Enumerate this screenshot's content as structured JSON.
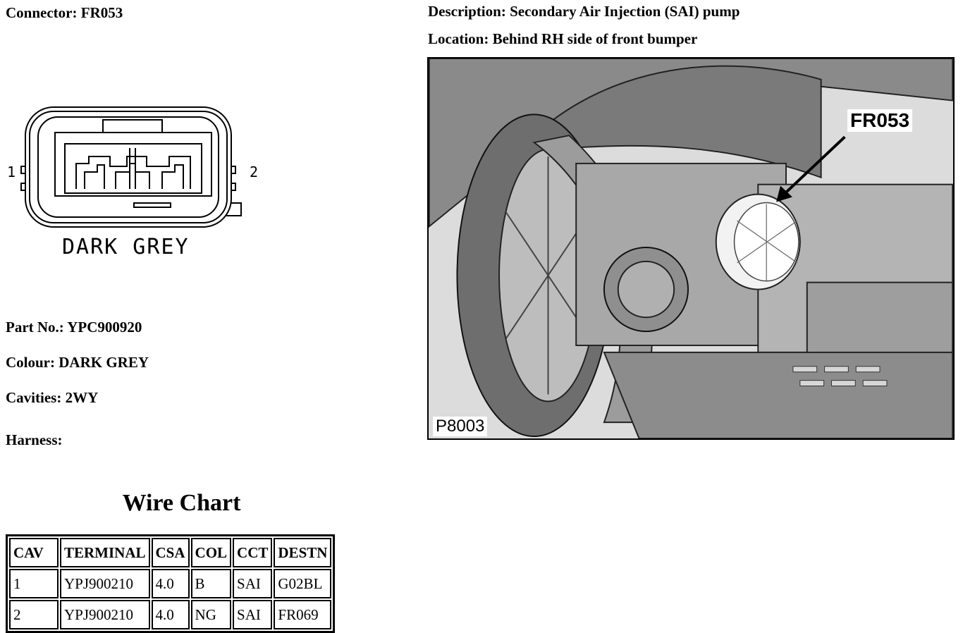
{
  "connector": {
    "label": "Connector: FR053"
  },
  "description": {
    "label": "Description: Secondary Air Injection (SAI) pump"
  },
  "location": {
    "label": "Location: Behind RH side of front bumper"
  },
  "diagram": {
    "colour_text": "DARK GREY",
    "pin_left": "1",
    "pin_right": "2"
  },
  "details": {
    "part_no": "Part No.: YPC900920",
    "colour": "Colour: DARK GREY",
    "cavities": "Cavities: 2WY",
    "harness": "Harness:"
  },
  "wire_chart": {
    "title": "Wire Chart",
    "headers": [
      "CAV",
      "TERMINAL",
      "CSA",
      "COL",
      "CCT",
      "DESTN"
    ],
    "rows": [
      [
        "1",
        "YPJ900210",
        "4.0",
        "B",
        "SAI",
        "G02BL"
      ],
      [
        "2",
        "YPJ900210",
        "4.0",
        "NG",
        "SAI",
        "FR069"
      ]
    ]
  },
  "photo": {
    "callout": "FR053",
    "figure_code": "P8003"
  }
}
